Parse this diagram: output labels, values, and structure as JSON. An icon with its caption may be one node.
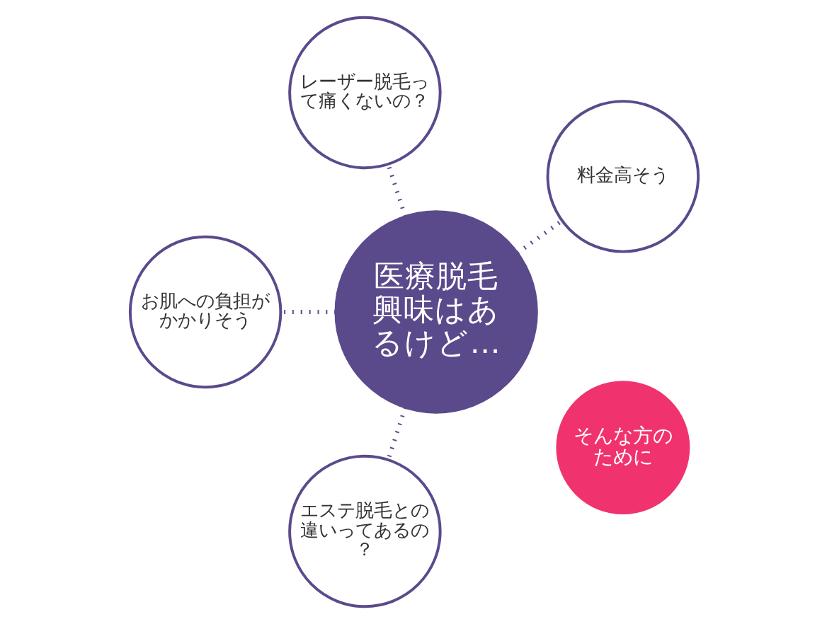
{
  "diagram": {
    "nodes": [
      {
        "text": [
          "料金高そう"
        ]
      },
      {
        "text": [
          "レーザー脱毛って痛くないの？"
        ]
      },
      {
        "text": [
          "医療脱毛興味はあるけど…"
        ]
      },
      {
        "text": [
          "お肌への負担がかかりそう"
        ]
      },
      {
        "text": [
          "エステ脱毛との違いってあるの？"
        ]
      },
      {
        "text": [
          "そんな方のために"
        ]
      }
    ],
    "edges": [
      {
        "from": 2,
        "to": 0,
        "arrow": "none",
        "style": "dashed"
      },
      {
        "from": 2,
        "to": 1,
        "arrow": "none",
        "style": "dashed"
      },
      {
        "from": 2,
        "to": 3,
        "arrow": "none",
        "style": "dashed"
      },
      {
        "from": 2,
        "to": 4,
        "arrow": "none",
        "style": "dashed"
      }
    ]
  }
}
